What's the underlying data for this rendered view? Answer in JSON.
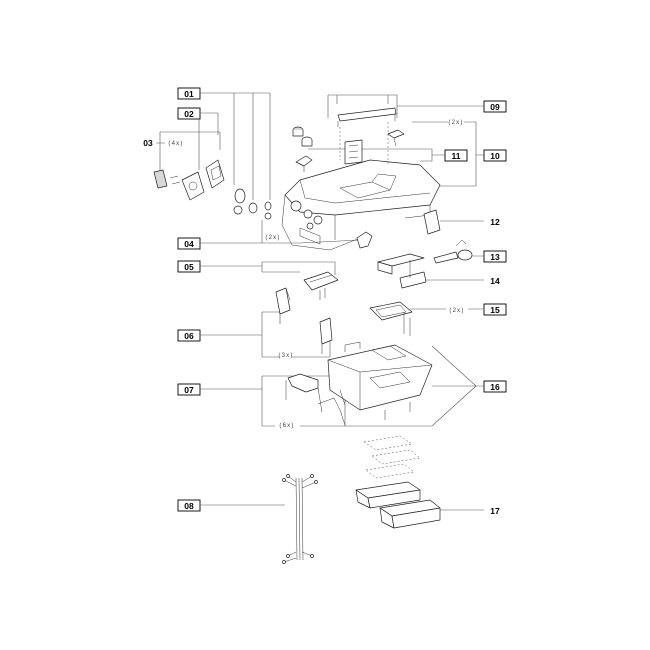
{
  "callouts": {
    "c01": "01",
    "c02": "02",
    "c03": "03",
    "c04": "04",
    "c05": "05",
    "c06": "06",
    "c07": "07",
    "c08": "08",
    "c09": "09",
    "c10": "10",
    "c11": "11",
    "c12": "12",
    "c13": "13",
    "c14": "14",
    "c15": "15",
    "c16": "16",
    "c17": "17"
  },
  "quantities": {
    "q4x": "(4x)",
    "q2x_top": "(2x)",
    "q2x_mid": "(2x)",
    "q2x_15": "(2x)",
    "q3x": "(3x)",
    "q6x": "(6x)"
  }
}
